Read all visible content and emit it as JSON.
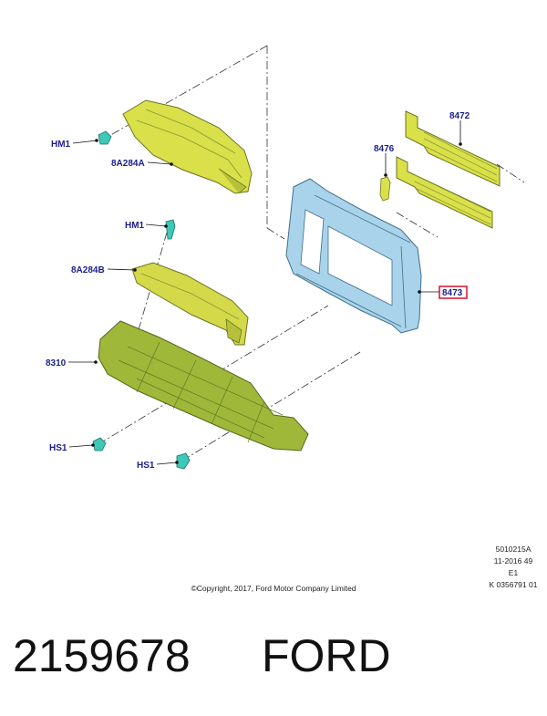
{
  "callouts": {
    "hm1_top": "HM1",
    "c8a284a": "8A284A",
    "hm1_mid": "HM1",
    "c8a284b": "8A284B",
    "c8310": "8310",
    "hs1_left": "HS1",
    "hs1_bottom": "HS1",
    "c8476": "8476",
    "c8472": "8472",
    "c8473": "8473"
  },
  "reference": {
    "line1": "5010215A",
    "line2": "11-2016 49",
    "line3": "E1",
    "line4": "K 0356791 01"
  },
  "copyright": "©Copyright, 2017, Ford Motor Company Limited",
  "part_number": "2159678",
  "brand": "FORD",
  "colors": {
    "callout_text": "#1a1f8c",
    "highlight_box": "#d6001c",
    "yellow_part": "#d9e04a",
    "olive_part": "#9fb83a",
    "blue_part": "#a9d3ea",
    "fastener": "#3cc9b8"
  }
}
